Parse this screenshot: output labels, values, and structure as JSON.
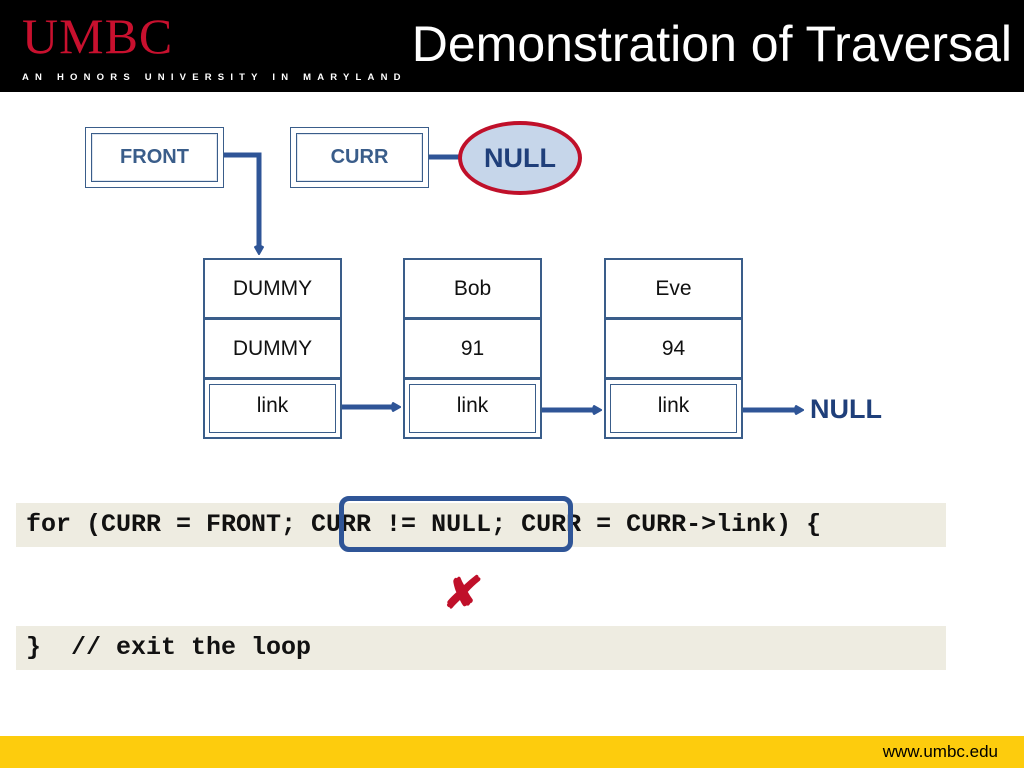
{
  "header": {
    "logo": "UMBC",
    "tagline": "AN HONORS UNIVERSITY IN MARYLAND",
    "title": "Demonstration of Traversal"
  },
  "pointers": {
    "front": "FRONT",
    "curr": "CURR",
    "curr_target": "NULL"
  },
  "nodes": [
    {
      "name": "DUMMY",
      "value": "DUMMY",
      "link": "link"
    },
    {
      "name": "Bob",
      "value": "91",
      "link": "link"
    },
    {
      "name": "Eve",
      "value": "94",
      "link": "link"
    }
  ],
  "list_end": "NULL",
  "code": {
    "line1": "for (CURR = FRONT; CURR != NULL; CURR = CURR->link) {",
    "line2": "}  // exit the loop"
  },
  "result_mark": "✘",
  "footer": {
    "url": "www.umbc.edu"
  },
  "colors": {
    "arrow": "#2f5597",
    "highlight_red": "#c0102a",
    "footer_bar": "#fdcc0d",
    "code_bg": "#eeece1"
  }
}
